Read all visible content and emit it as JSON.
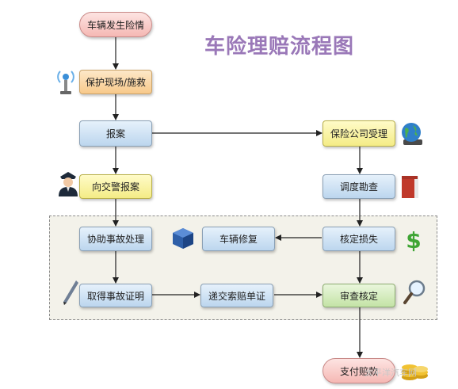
{
  "diagram": {
    "title": "车险理赔流程图",
    "nodes": {
      "accident": "车辆发生险情",
      "protect_scene": "保护现场/施救",
      "report": "报案",
      "report_police": "向交警报案",
      "assist_handling": "协助事故处理",
      "obtain_certificate": "取得事故证明",
      "insurer_accept": "保险公司受理",
      "survey": "调度勘查",
      "assess_loss": "核定损失",
      "repair": "车辆修复",
      "submit_docs": "递交索赔单证",
      "review": "审查核定",
      "payment": "支付赔款"
    },
    "icons": {
      "protect_scene": "radio-beacon-icon",
      "report_police": "police-officer-icon",
      "insurer_accept": "globe-icon",
      "survey": "red-book-icon",
      "assess_loss": "dollar-sign-icon",
      "repair": "blue-cube-icon",
      "obtain_certificate": "pen-icon",
      "review": "magnifier-icon",
      "payment": "gold-coins-icon"
    },
    "colors": {
      "title": "#9a78b8",
      "pill": "#f5b8b4",
      "orange": "#f8c98b",
      "blue": "#bcd6ee",
      "yellow": "#f4ec86",
      "green": "#c4e3a6"
    },
    "watermark": "太平洋汽车网"
  }
}
